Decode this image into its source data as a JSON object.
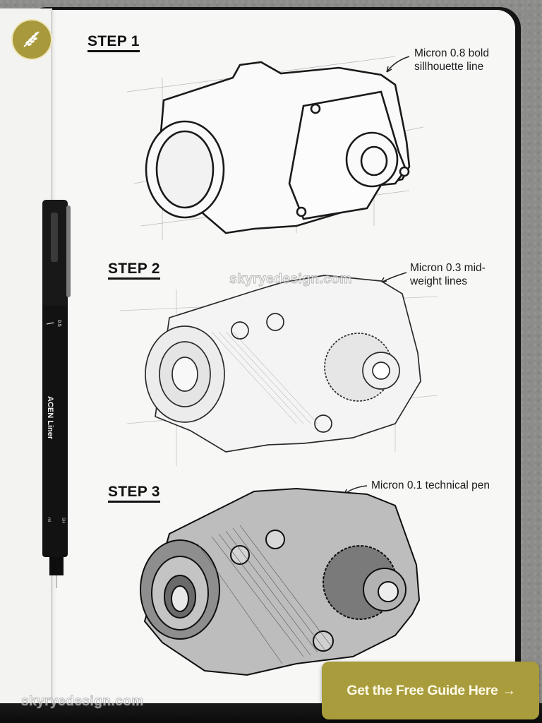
{
  "logo": {
    "icon": "wheat-leaf-icon",
    "color": "#a89a3c"
  },
  "steps": [
    {
      "title": "STEP 1",
      "annotation_line1": "Micron 0.8 bold",
      "annotation_line2": "sillhouette line"
    },
    {
      "title": "STEP 2",
      "annotation_line1": "Micron 0.3 mid-",
      "annotation_line2": "weight lines"
    },
    {
      "title": "STEP 3",
      "annotation_line1": "Micron 0.1 technical pen",
      "annotation_line2": ""
    }
  ],
  "pen": {
    "size_label": "0.5",
    "brand_label": "ACEN Liner",
    "volume_label": "ml",
    "code_label": "SH"
  },
  "watermarks": [
    "skyryedesign.com",
    "skyryedesign.com"
  ],
  "cta": {
    "label": "Get the Free Guide Here",
    "arrow": "→",
    "color": "#a99c3c"
  }
}
